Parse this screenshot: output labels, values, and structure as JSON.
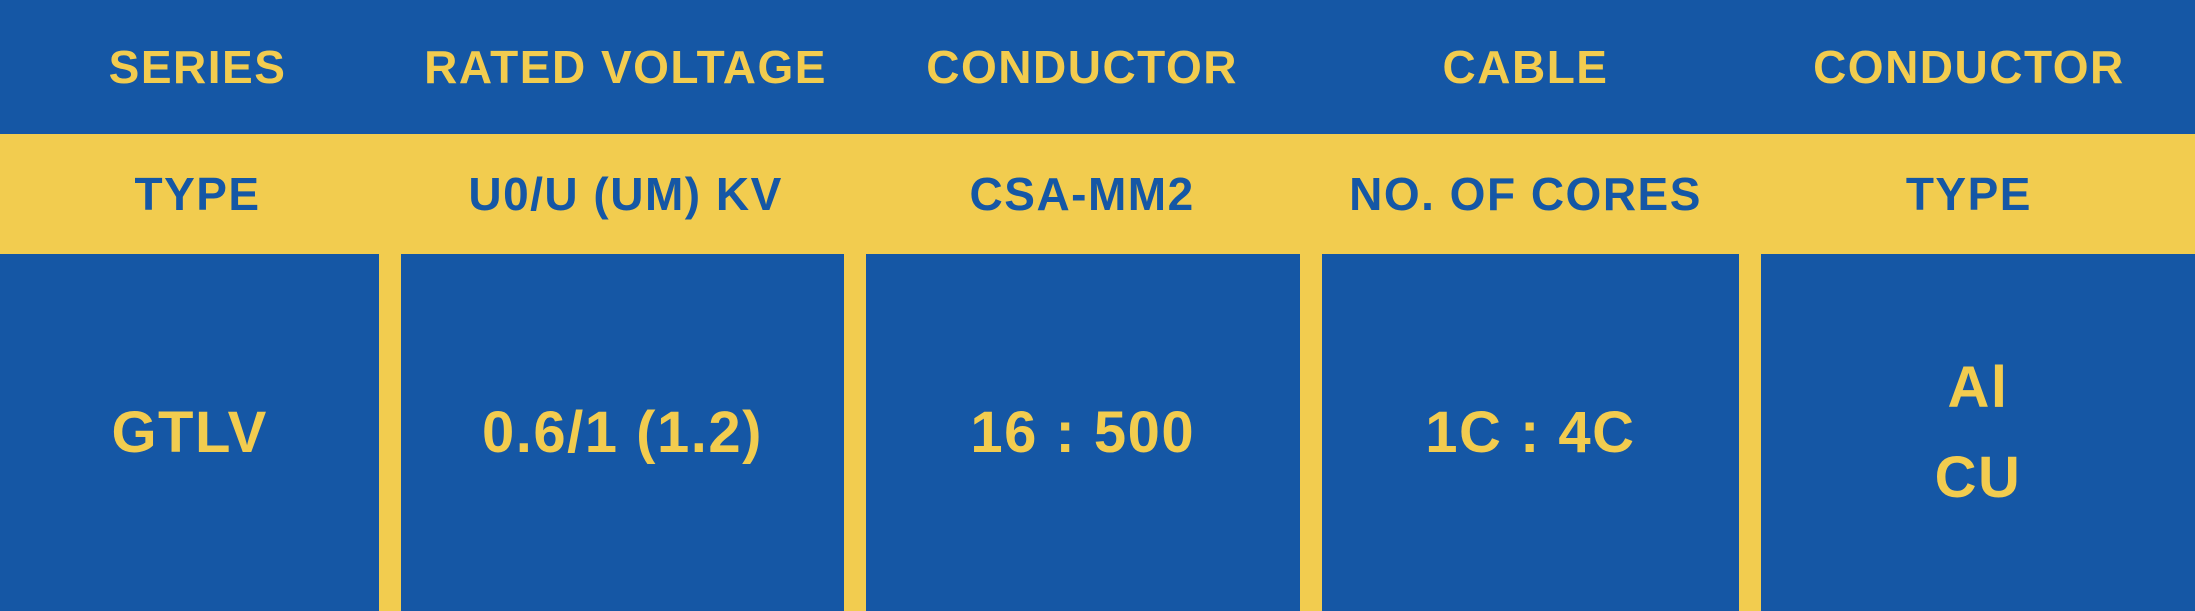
{
  "colors": {
    "blue": "#1557A5",
    "yellow": "#F2CC4F"
  },
  "table": {
    "columns": [
      {
        "header_line1": "SERIES",
        "header_line2": "TYPE",
        "value": "GTLV"
      },
      {
        "header_line1": "RATED VOLTAGE",
        "header_line2": "U0/U (UM) KV",
        "value": "0.6/1 (1.2)"
      },
      {
        "header_line1": "CONDUCTOR",
        "header_line2": "CSA-MM2",
        "value": "16 : 500"
      },
      {
        "header_line1": "CABLE",
        "header_line2": "NO. OF CORES",
        "value": "1C : 4C"
      },
      {
        "header_line1": "CONDUCTOR",
        "header_line2": "TYPE",
        "value_lines": [
          "Al",
          "CU"
        ]
      }
    ]
  },
  "chart_data": {
    "type": "table",
    "title": "",
    "columns": [
      "SERIES TYPE",
      "RATED VOLTAGE U0/U (UM) KV",
      "CONDUCTOR CSA-MM2",
      "CABLE NO. OF CORES",
      "CONDUCTOR TYPE"
    ],
    "rows": [
      [
        "GTLV",
        "0.6/1 (1.2)",
        "16 : 500",
        "1C : 4C",
        "Al / CU"
      ]
    ]
  }
}
